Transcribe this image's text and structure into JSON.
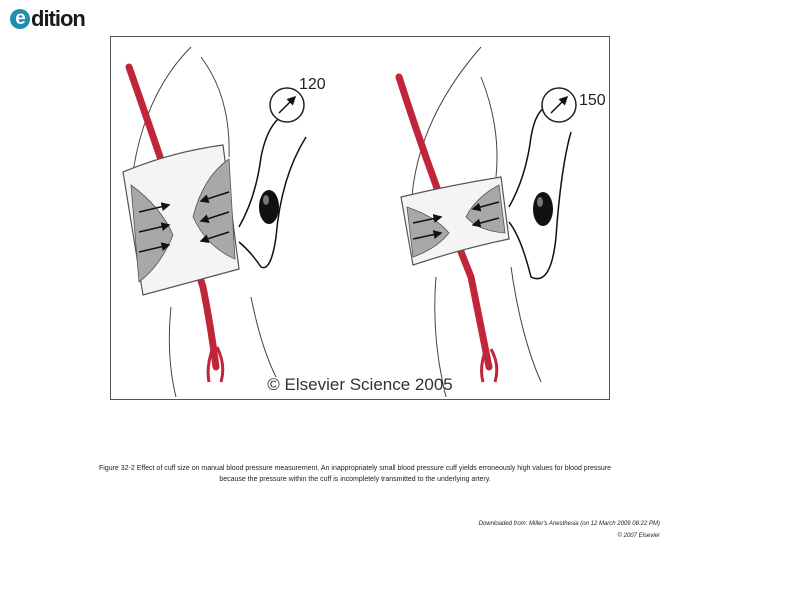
{
  "logo": {
    "e": "e",
    "rest": "dition"
  },
  "figure": {
    "left_panel_gauge": "120",
    "right_panel_gauge": "150",
    "copyright": "© Elsevier Science 2005",
    "colors": {
      "artery": "#c0253a",
      "cuff_shading": "#a8a8a8",
      "bulb": "#111111"
    }
  },
  "caption": {
    "line1": "Figure 32-2 Effect of cuff size on manual blood pressure measurement. An inappropriately small blood pressure cuff yields erroneously high values for blood pressure",
    "line2": "because the pressure within the cuff is incompletely transmitted to the underlying artery."
  },
  "download": {
    "line1": "Downloaded from: Miller's Anesthesia (on 12 March 2009 08:22 PM)",
    "line2": "© 2007 Elsevier"
  }
}
